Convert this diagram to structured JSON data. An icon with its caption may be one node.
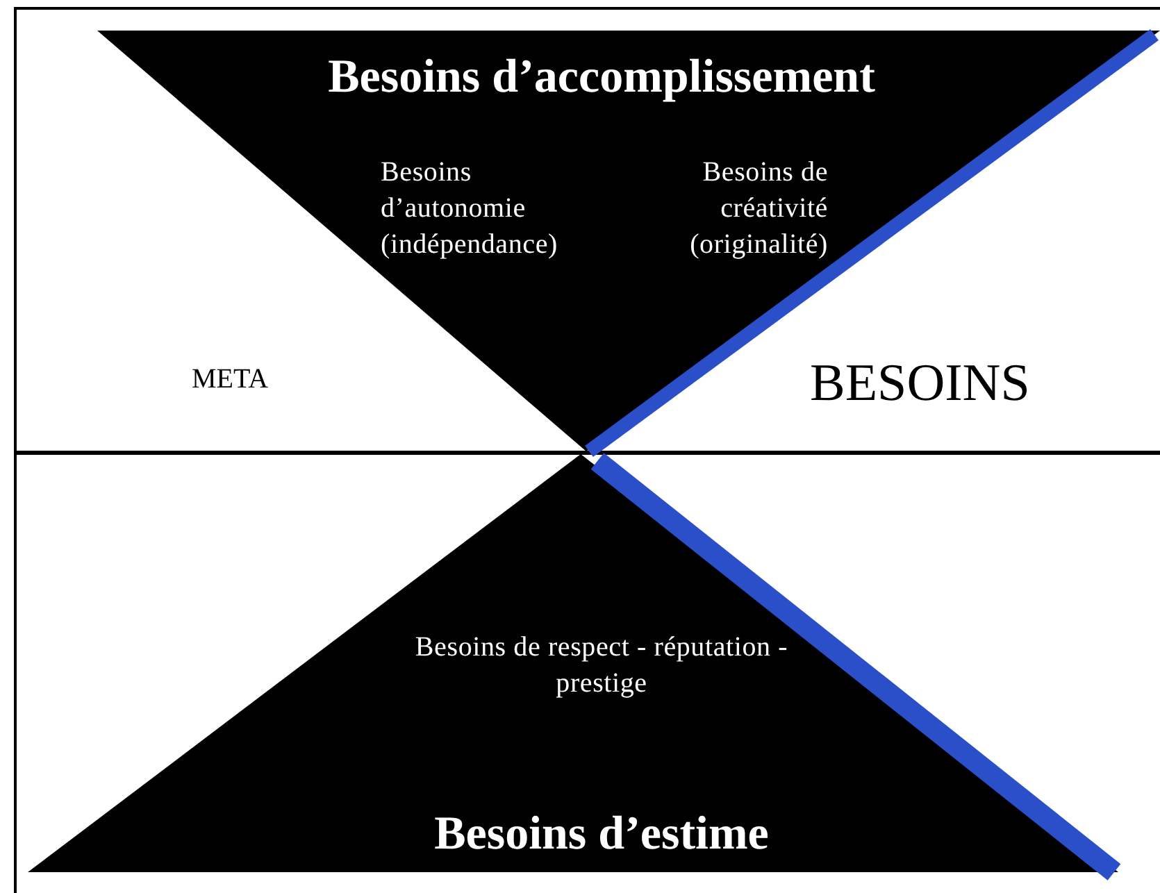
{
  "diagram": {
    "nodes": [
      {
        "text": [
          "Besoins d’accomplissement",
          "Besoins d’autonomie (indépendance)",
          "Besoins de créativité (originalité)"
        ]
      },
      {
        "text": [
          "Besoins de respect - réputation - prestige",
          "Besoins d’estime"
        ]
      }
    ],
    "labels": [
      "META",
      "BESOINS"
    ]
  }
}
